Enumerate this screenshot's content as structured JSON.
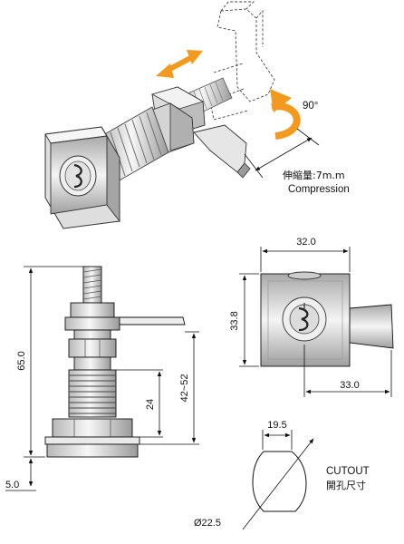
{
  "iso_view": {
    "rotation": "90°",
    "travel_label_cn": "伸縮量:7m.m",
    "travel_label_en": "Compression",
    "colors": {
      "arrow": "#f39a1e",
      "metal_light": "#f4f4f4",
      "metal_mid": "#cfcfcf",
      "metal_dark": "#8a8a8a"
    }
  },
  "side_view": {
    "overall_height": "65.0",
    "base_thickness": "5.0",
    "thread_length": "24",
    "grip_range": "42~52"
  },
  "front_view": {
    "width": "32.0",
    "height": "33.8",
    "cam_reach": "33.0"
  },
  "cutout": {
    "flat_width": "19.5",
    "diameter": "Ø22.5",
    "label_en": "CUTOUT",
    "label_cn": "開孔尺寸"
  }
}
